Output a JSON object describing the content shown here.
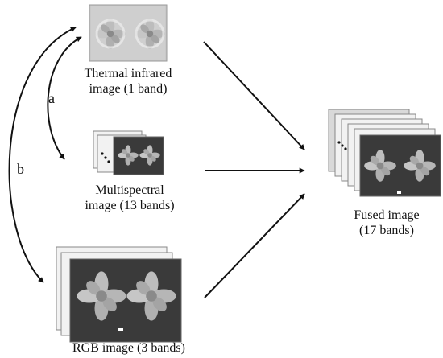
{
  "thermal": {
    "line1": "Thermal infrared",
    "line2": "image (1 band)"
  },
  "multispectral": {
    "line1": "Multispectral",
    "line2": "image (13 bands)"
  },
  "rgb": {
    "line1": "RGB image (3 bands)"
  },
  "fused": {
    "line1": "Fused image",
    "line2": "(17 bands)"
  },
  "links": {
    "a": "a",
    "b": "b"
  },
  "colors": {
    "arrow": "#111111",
    "thermal_bg": "#c9c9c9",
    "dark_bg": "#3a3a3a",
    "plant": "#bdbdbd",
    "frame": "#f2f2f2"
  }
}
